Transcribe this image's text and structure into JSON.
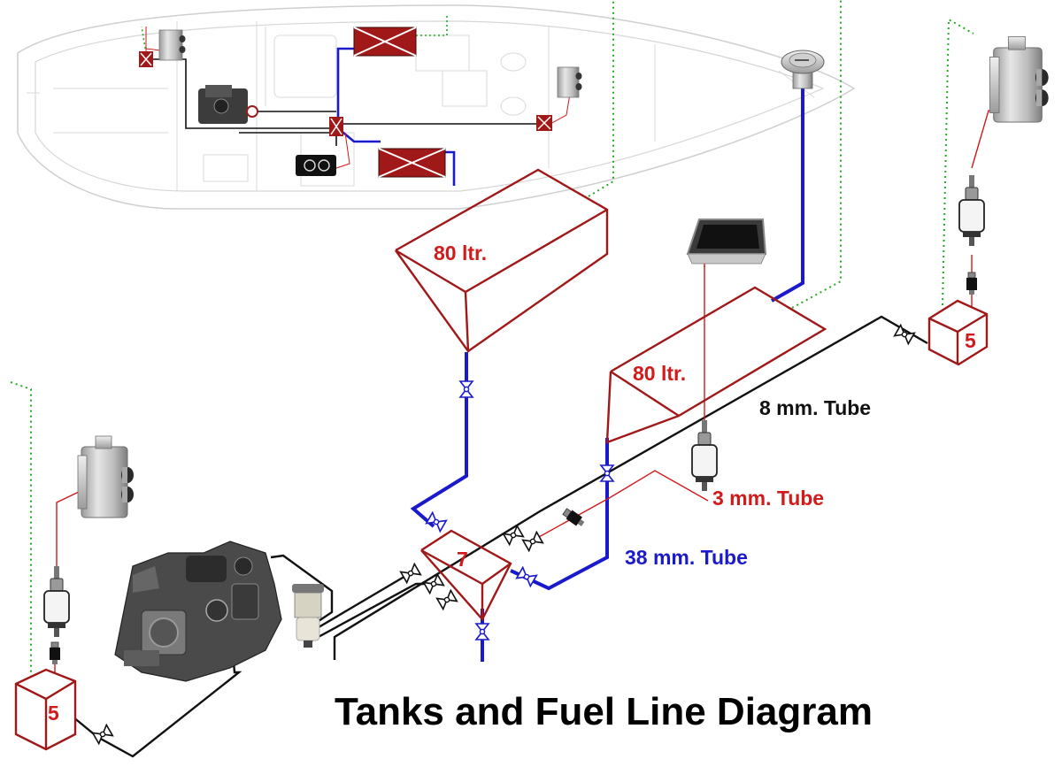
{
  "title": "Tanks and Fuel Line Diagram",
  "tanks": {
    "upper_tank_label": "80 ltr.",
    "lower_tank_label": "80 ltr.",
    "manifold_label": "7",
    "day_tank_left_label": "5",
    "day_tank_right_label": "5"
  },
  "tube_labels": {
    "tube_8mm": "8 mm. Tube",
    "tube_3mm": "3 mm. Tube",
    "tube_38mm": "38 mm. Tube"
  },
  "colors": {
    "fuel_tank": "#a01818",
    "label_red": "#d11a1a",
    "line_black": "#111111",
    "line_blue": "#1a1acc",
    "line_red": "#d11a1a",
    "vent_green": "#22aa22",
    "boat_outline": "#c8c8c8"
  },
  "icons": {
    "valve": "butterfly-valve-icon",
    "heater": "air-heater-icon",
    "pump": "fuel-pump-icon",
    "filter": "inline-filter-icon",
    "engine": "marine-engine-icon",
    "separator": "fuel-water-separator-icon",
    "stove": "ceramic-cooktop-icon",
    "deck_fill": "deck-fill-cap-icon"
  }
}
